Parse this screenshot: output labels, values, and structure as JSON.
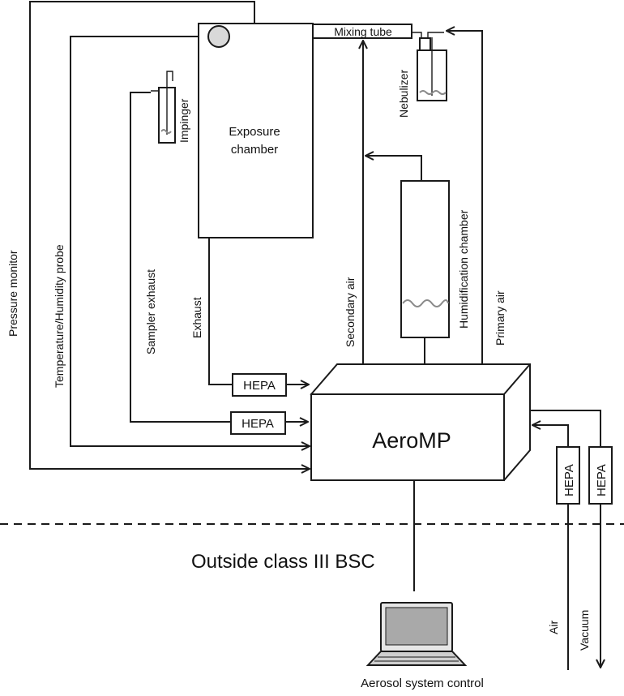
{
  "labels": {
    "pressure_monitor": "Pressure monitor",
    "temp_humidity_probe": "Temperature/Humidity probe",
    "sampler_exhaust": "Sampler exhaust",
    "exhaust": "Exhaust",
    "impinger": "Impinger",
    "exposure_chamber_line1": "Exposure",
    "exposure_chamber_line2": "chamber",
    "mixing_tube": "Mixing tube",
    "nebulizer": "Nebulizer",
    "humidification_chamber": "Humidification chamber",
    "secondary_air": "Secondary air",
    "primary_air": "Primary air",
    "hepa": "HEPA",
    "aeromp": "AeroMP",
    "outside_bsc": "Outside class III BSC",
    "air": "Air",
    "vacuum": "Vacuum",
    "aerosol_system_control": "Aerosol system control"
  },
  "colors": {
    "line": "#1a1a1a",
    "liquid": "#8a8a8a",
    "screen": "#a9a9a9",
    "laptop_body": "#cfcfcf"
  }
}
